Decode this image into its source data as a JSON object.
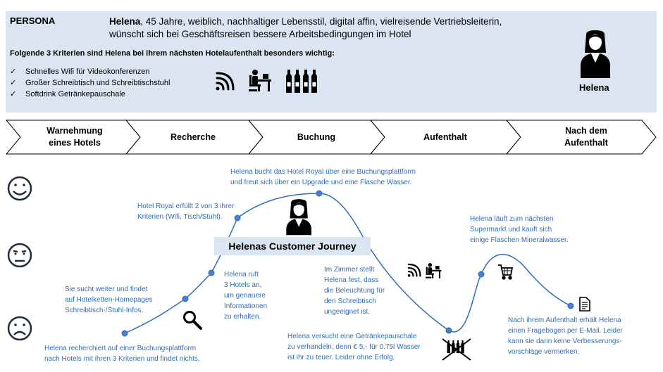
{
  "persona": {
    "label": "PERSONA",
    "name_bold": "Helena",
    "description_line1_rest": ", 45 Jahre, weiblich, nachhaltiger Lebensstil, digital affin, vielreisende Vertriebsleiterin,",
    "description_line2": "wünscht sich bei Geschäftsreisen bessere Arbeitsbedingungen im Hotel",
    "criteria_title": "Folgende 3 Kriterien sind Helena bei ihrem nächsten Hotelaufenthalt besonders wichtig:",
    "criteria": [
      "Schnelles Wifi für Videokonferenzen",
      "Großer Schreibtisch und Schreibtischstuhl",
      "Softdrink Getränkepauschale"
    ],
    "check_mark": "✓",
    "avatar_caption": "Helena"
  },
  "stages": [
    {
      "line1": "Warnehmung",
      "line2": "eines Hotels"
    },
    {
      "line1": "Recherche",
      "line2": ""
    },
    {
      "line1": "Buchung",
      "line2": ""
    },
    {
      "line1": "Aufenthalt",
      "line2": ""
    },
    {
      "line1": "Nach dem",
      "line2": "Aufenthalt"
    }
  ],
  "journey": {
    "title": "Helenas Customer Journey",
    "annotations": [
      {
        "lines": [
          "Helena bucht das Hotel Royal über eine  Buchungsplattform",
          "und freut sich über ein Upgrade und eine Flasche Wasser."
        ]
      },
      {
        "lines": [
          "Hotel Royal erfüllt 2 von 3 ihrer",
          "Kriterien (Wifi, Tisch/Stuhl)."
        ]
      },
      {
        "lines": [
          "Helena läuft zum nächsten",
          "Supermarkt und kauft sich",
          "einige Flaschen Mineralwasser."
        ]
      },
      {
        "lines": [
          "Helena ruft",
          "3 Hotels an,",
          "um genauere",
          "Informationen",
          "zu erhalten."
        ]
      },
      {
        "lines": [
          "Im Zimmer stellt",
          "Helena fest, dass",
          "die Beleuchtung für",
          "den Schreibtisch",
          "ungeeignet ist."
        ]
      },
      {
        "lines": [
          "Sie sucht weiter und findet",
          "auf Hotelketten-Homepages",
          "Schreibtisch-/Stuhl-Infos."
        ]
      },
      {
        "lines": [
          "Nach ihrem Aufenthalt erhält Helena",
          "einen Fragebogen per E-Mail. Leider",
          "kann sie darin keine Verbesserungs-",
          "vorschläge vermerken."
        ]
      },
      {
        "lines": [
          "Helena versucht eine Getränkepauschale",
          "zu verhandeln, denn € 5,- für 0,75l Wasser",
          "ist ihr zu teuer. Leider ohne Erfolg."
        ]
      },
      {
        "lines": [
          "Helena recherchiert auf einer Buchungsplattform",
          "nach Hotels mit ihren 3 Kriterien und findet nichts."
        ]
      }
    ]
  },
  "icons": {
    "criteria": [
      "wifi-icon",
      "desk-chair-icon",
      "bottles-icon"
    ],
    "moods": [
      "happy-face-icon",
      "neutral-face-icon",
      "sad-face-icon"
    ],
    "journey": [
      "persona-avatar-icon",
      "magnifier-icon",
      "wifi-icon",
      "desk-chair-icon",
      "crossed-bottles-icon",
      "cart-icon",
      "document-icon"
    ]
  },
  "colors": {
    "persona_bg": "#dbe5f1",
    "journey_line": "#2e6eb5",
    "node_fill": "#4a7fcf",
    "annotation_text": "#2e6eb5",
    "cross": "#000000"
  }
}
